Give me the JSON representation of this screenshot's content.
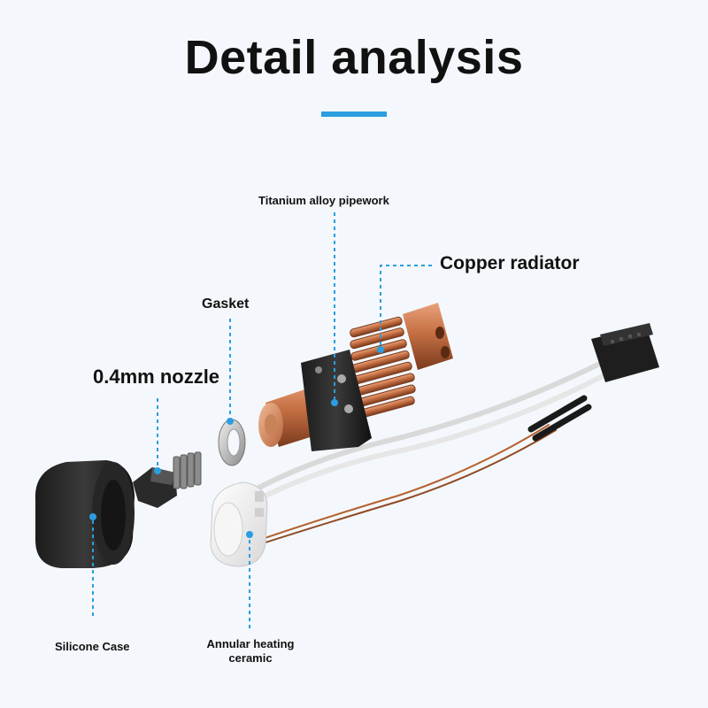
{
  "header": {
    "title": "Detail analysis",
    "accent_color": "#2a9ee0"
  },
  "labels": {
    "titanium": "Titanium alloy pipework",
    "copper": "Copper radiator",
    "gasket": "Gasket",
    "nozzle": "0.4mm nozzle",
    "silicone": "Silicone Case",
    "annular": "Annular heating ceramic"
  },
  "colors": {
    "background": "#f4f8fc",
    "copper": "#c8774a",
    "leader_line": "#2a9ee0"
  }
}
